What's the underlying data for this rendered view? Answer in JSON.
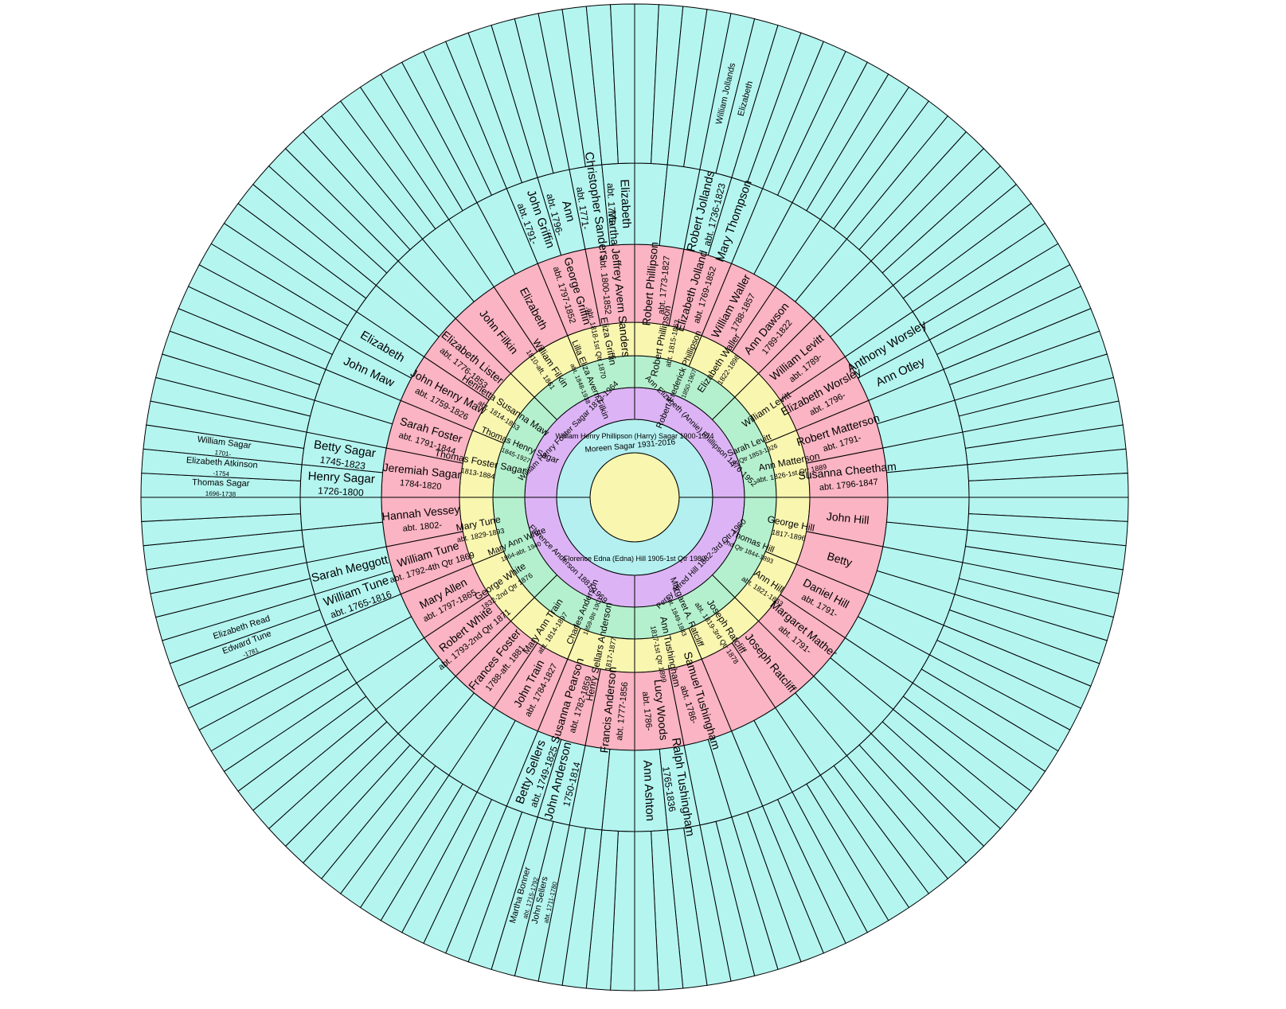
{
  "colors": {
    "root": "#f9f6b0",
    "parents": "#b4f0f0",
    "grandparents": "#dcb4f5",
    "great_grandparents": "#b4f0cd",
    "gen4": "#f9f6b0",
    "gen5": "#fab4c3",
    "gen6": "#b4f5f0",
    "outline": "#000000"
  },
  "root": {
    "name": "Moreen Sagar 1931-2016"
  },
  "generations": [
    {
      "key": "parents",
      "people": [
        {
          "slot": 0,
          "name": "William Henry Phillipson (Harry) Sagar 1900-1974"
        },
        {
          "slot": 1,
          "name": "Florence Edna (Edna) Hill 1905-1st Qtr 1980"
        }
      ]
    },
    {
      "key": "grandparents",
      "people": [
        {
          "slot": 0,
          "name": "William Henry Foster Sagar 1873-1964"
        },
        {
          "slot": 1,
          "name": "Ann Elizabeth (Annie) Phillipson 1876-1952"
        },
        {
          "slot": 2,
          "name": "Percy Alfred Hill 1882-3rd Qtr 1960"
        },
        {
          "slot": 3,
          "name": "Florence Anderson 1881-1969"
        }
      ]
    },
    {
      "key": "great_grandparents",
      "people": [
        {
          "slot": 0,
          "name": "Thomas Henry Sagar",
          "dates": "1845-1927"
        },
        {
          "slot": 1,
          "name": "Lilla Eliza Avern Filkin",
          "dates": "abt. 1848-1938"
        },
        {
          "slot": 2,
          "name": "Robert Frederick Phillipson",
          "dates": "1850-1907"
        },
        {
          "slot": 3,
          "name": "Sarah Levitt",
          "dates": "1st Qtr 1853-1926"
        },
        {
          "slot": 4,
          "name": "Thomas Hill",
          "dates": "2nd Qtr 1844-1893"
        },
        {
          "slot": 5,
          "name": "Margaret A. Ratcliff",
          "dates": "abt. 1849-1883"
        },
        {
          "slot": 6,
          "name": "Charles Anderson",
          "dates": "1859-Btr 1901"
        },
        {
          "slot": 7,
          "name": "Mary Ann White",
          "dates": "1864-abt. 1940"
        }
      ]
    },
    {
      "key": "gen4",
      "people": [
        {
          "slot": 0,
          "name": "Thomas Foster Sagar",
          "dates": "1813-1884"
        },
        {
          "slot": 1,
          "name": "Henrietta Susanna Maw",
          "dates": "abt. 1814-1863"
        },
        {
          "slot": 2,
          "name": "William Filkin",
          "dates": "1810-aft. 1861"
        },
        {
          "slot": 3,
          "name": "Eliza Griffin",
          "dates": "abt. 1818-1st Qtr 1870"
        },
        {
          "slot": 4,
          "name": "Robert Phillipson",
          "dates": "abt. 1815-1863"
        },
        {
          "slot": 5,
          "name": "Elizabeth Waller",
          "dates": "1822-1898"
        },
        {
          "slot": 6,
          "name": "William Levitt",
          "dates": ""
        },
        {
          "slot": 7,
          "name": "Ann Matterson",
          "dates": "abt. 1826-1st Qtr 1889"
        },
        {
          "slot": 8,
          "name": "George Hill",
          "dates": "1817-1896"
        },
        {
          "slot": 9,
          "name": "Ann Hill",
          "dates": "abt. 1821-1863"
        },
        {
          "slot": 10,
          "name": "Joseph Ratcliff",
          "dates": "abt. 1819-3rd Qtr 1878"
        },
        {
          "slot": 11,
          "name": "Ann Tushingham",
          "dates": "1817-1st Qtr 1899"
        },
        {
          "slot": 12,
          "name": "Henry Sellars Anderson",
          "dates": "1817-1877"
        },
        {
          "slot": 13,
          "name": "Mary Ann Train",
          "dates": "abt. 1814-1897"
        },
        {
          "slot": 14,
          "name": "George White",
          "dates": "1832-2nd Qtr 1876"
        },
        {
          "slot": 15,
          "name": "Mary Tune",
          "dates": "abt. 1829-1893"
        }
      ]
    },
    {
      "key": "gen5",
      "people": [
        {
          "slot": 0,
          "name": "Jeremiah Sagar",
          "dates": "1784-1820"
        },
        {
          "slot": 1,
          "name": "Sarah Foster",
          "dates": "abt. 1791-1844"
        },
        {
          "slot": 2,
          "name": "John Henry Maw",
          "dates": "abt. 1759-1826"
        },
        {
          "slot": 3,
          "name": "Elizabeth Lister",
          "dates": "abt. 1776-1853"
        },
        {
          "slot": 4,
          "name": "John Filkin",
          "dates": ""
        },
        {
          "slot": 5,
          "name": "Elizabeth",
          "dates": ""
        },
        {
          "slot": 6,
          "name": "George Griffin",
          "dates": "abt. 1797-1852"
        },
        {
          "slot": 7,
          "name": "Martha Jeffrey Avern Sanders",
          "dates": "abt. 1800-1852"
        },
        {
          "slot": 8,
          "name": "Robert Phillipson",
          "dates": "abt. 1773-1827"
        },
        {
          "slot": 9,
          "name": "Elizabeth Jolland",
          "dates": "abt. 1769-1852"
        },
        {
          "slot": 10,
          "name": "William Waller",
          "dates": "1788-1857"
        },
        {
          "slot": 11,
          "name": "Ann Dawson",
          "dates": "1789-1822"
        },
        {
          "slot": 12,
          "name": "William Levitt",
          "dates": "abt. 1789-"
        },
        {
          "slot": 13,
          "name": "Elizabeth Worsley",
          "dates": "abt. 1796-"
        },
        {
          "slot": 14,
          "name": "Robert Matterson",
          "dates": "abt. 1791-"
        },
        {
          "slot": 15,
          "name": "Susanna Cheetham",
          "dates": "abt. 1796-1847"
        },
        {
          "slot": 16,
          "name": "John Hill",
          "dates": ""
        },
        {
          "slot": 17,
          "name": "Betty",
          "dates": ""
        },
        {
          "slot": 18,
          "name": "Daniel Hill",
          "dates": "abt. 1791-"
        },
        {
          "slot": 19,
          "name": "Margaret Mather",
          "dates": "abt. 1791-"
        },
        {
          "slot": 20,
          "name": "Joseph Ratcliff",
          "dates": ""
        },
        {
          "slot": 22,
          "name": "Samuel Tushingham",
          "dates": "abt. 1786-"
        },
        {
          "slot": 23,
          "name": "Lucy Woods",
          "dates": "abt. 1786-"
        },
        {
          "slot": 24,
          "name": "Francis Anderson",
          "dates": "abt. 1777-1856"
        },
        {
          "slot": 25,
          "name": "Susanna Pearson",
          "dates": "abt. 1782-1859"
        },
        {
          "slot": 26,
          "name": "John Train",
          "dates": "abt. 1784-1827"
        },
        {
          "slot": 27,
          "name": "Frances Foster",
          "dates": "1788-aft. 1881"
        },
        {
          "slot": 28,
          "name": "Robert White",
          "dates": "abt. 1793-2nd Qtr 1871"
        },
        {
          "slot": 29,
          "name": "Mary Allen",
          "dates": "abt. 1797-1865"
        },
        {
          "slot": 30,
          "name": "William Tune",
          "dates": "abt. 1792-4th Qtr 1869"
        },
        {
          "slot": 31,
          "name": "Hannah Vessey",
          "dates": "abt. 1802-"
        }
      ]
    },
    {
      "key": "gen6",
      "people": [
        {
          "slot": 0,
          "name": "Henry Sagar",
          "dates": "1726-1800"
        },
        {
          "slot": 1,
          "name": "Betty Sagar",
          "dates": "1745-1823"
        },
        {
          "slot": 4,
          "name": "John Maw",
          "dates": ""
        },
        {
          "slot": 5,
          "name": "Elizabeth",
          "dates": ""
        },
        {
          "slot": 12,
          "name": "John Griffin",
          "dates": "abt. 1791-"
        },
        {
          "slot": 13,
          "name": "Ann",
          "dates": "abt. 1796-"
        },
        {
          "slot": 14,
          "name": "Christopher Sanders",
          "dates": "abt. 1771-"
        },
        {
          "slot": 15,
          "name": "Elizabeth",
          "dates": "abt. 1776-"
        },
        {
          "slot": 18,
          "name": "Robert Jollands",
          "dates": "abt. 1736-1823"
        },
        {
          "slot": 19,
          "name": "Mary Thompson",
          "dates": ""
        },
        {
          "slot": 26,
          "name": "Anthony Worsley",
          "dates": ""
        },
        {
          "slot": 27,
          "name": "Ann Otley",
          "dates": ""
        },
        {
          "slot": 60,
          "name": "William Tune",
          "dates": "abt. 1765-1816"
        },
        {
          "slot": 61,
          "name": "Sarah Meggott",
          "dates": ""
        },
        {
          "slot": 50,
          "name": "John Anderson",
          "dates": "1750-1814"
        },
        {
          "slot": 51,
          "name": "Betty Sellers",
          "dates": "abt. 1749-1825"
        },
        {
          "slot": 46,
          "name": "Ralph Tushingham",
          "dates": "1765-1836"
        },
        {
          "slot": 47,
          "name": "Ann Ashton",
          "dates": ""
        }
      ]
    },
    {
      "key": "gen7",
      "people": [
        {
          "slot": 0,
          "name": "Thomas Sagar",
          "dates": "1696-1738"
        },
        {
          "slot": 1,
          "name": "Elizabeth Atkinson",
          "dates": "-1754"
        },
        {
          "slot": 2,
          "name": "William Sagar",
          "dates": "1701-"
        },
        {
          "slot": 36,
          "name": "William Jollands",
          "dates": ""
        },
        {
          "slot": 37,
          "name": "Elizabeth",
          "dates": ""
        },
        {
          "slot": 120,
          "name": "Edward Tune",
          "dates": "-1781"
        },
        {
          "slot": 121,
          "name": "Elizabeth Read",
          "dates": ""
        },
        {
          "slot": 100,
          "name": "John Sellers",
          "dates": "abt. 1711-1780"
        },
        {
          "slot": 101,
          "name": "Martha Bonner",
          "dates": "abt. 1715-1792"
        }
      ]
    }
  ]
}
